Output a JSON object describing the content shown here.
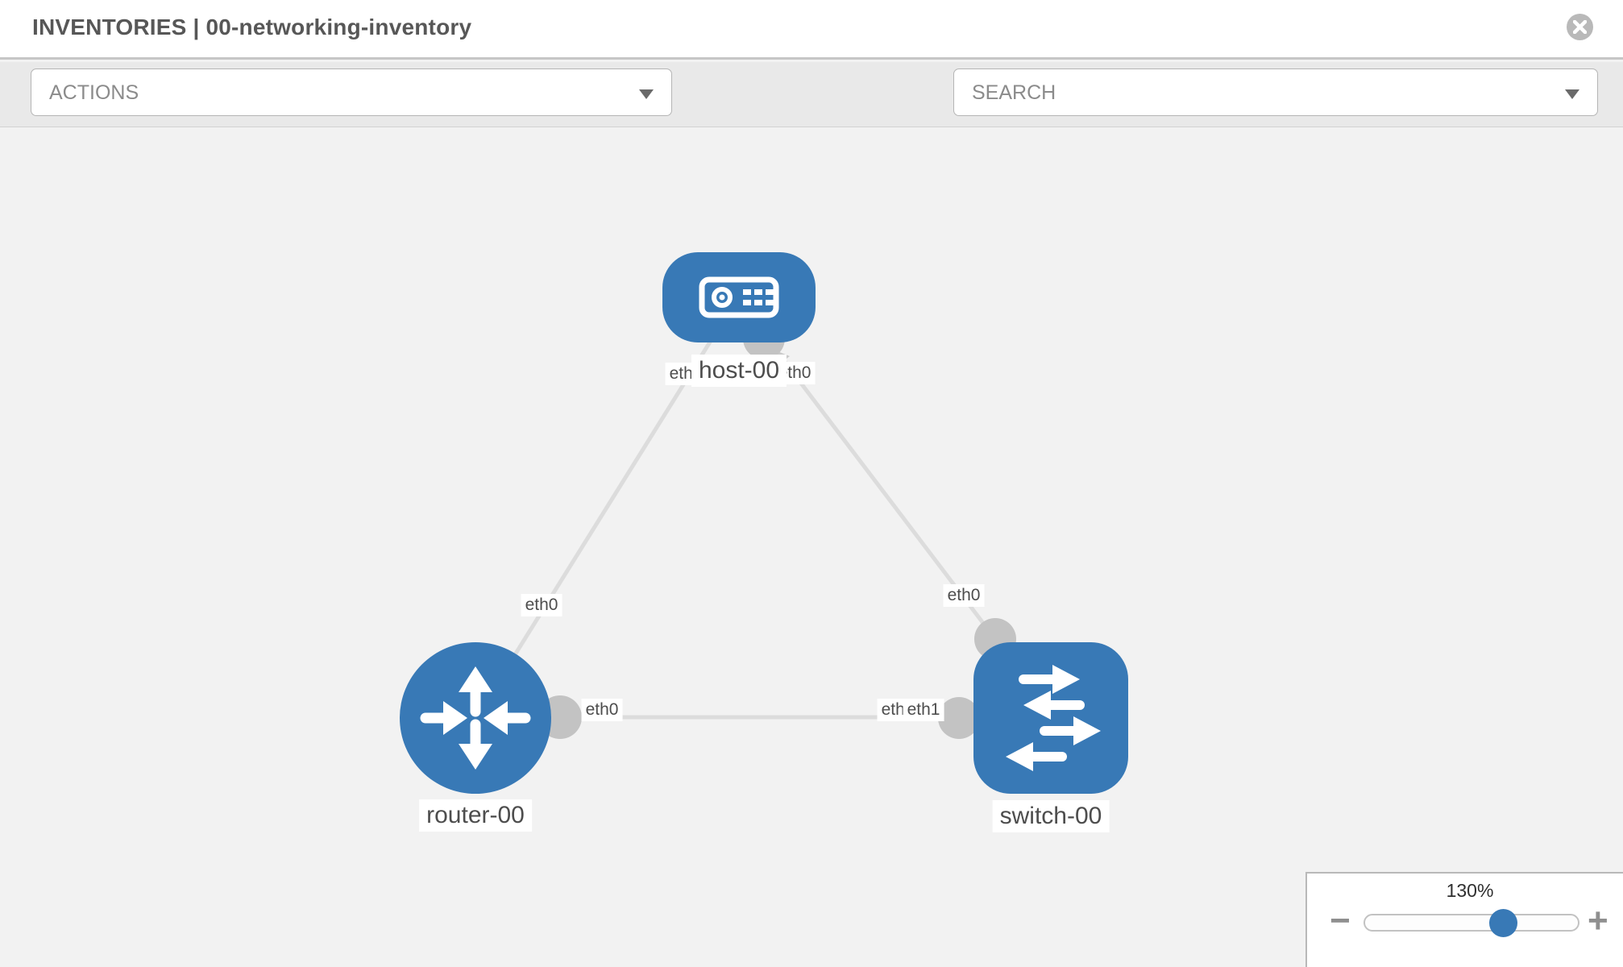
{
  "window": {
    "title": "INVENTORIES | 00-networking-inventory"
  },
  "toolbar": {
    "actions": "ACTIONS",
    "search": "SEARCH",
    "icons": [
      "wrench-icon",
      "key-icon"
    ]
  },
  "topology": {
    "nodes": [
      {
        "id": "host-00",
        "type": "host",
        "label": "host-00",
        "shape": "rounded-rect"
      },
      {
        "id": "router-00",
        "type": "router",
        "label": "router-00",
        "shape": "circle"
      },
      {
        "id": "switch-00",
        "type": "switch",
        "label": "switch-00",
        "shape": "rounded-square"
      }
    ],
    "links": [
      {
        "source": "router-00",
        "target": "host-00",
        "source_interface": "eth0",
        "target_interface": "eth0"
      },
      {
        "source": "switch-00",
        "target": "host-00",
        "source_interface": "eth0",
        "target_interface": "eth0"
      },
      {
        "source": "router-00",
        "target": "switch-00",
        "source_interface": "eth0",
        "target_interface": "eth1"
      }
    ],
    "interface_labels": [
      "eth0",
      "eth0",
      "eth0",
      "eth0",
      "eth0",
      "eth0",
      "eth1"
    ]
  },
  "zoom": {
    "level": "130%",
    "minus": "−",
    "plus": "+"
  },
  "colors": {
    "node_blue": "#3879b6",
    "link_gray": "#dcdcdc",
    "connector_gray": "#c3c3c3",
    "canvas_background": "#f2f2f2",
    "toolbar_background": "#e9e9e9"
  }
}
